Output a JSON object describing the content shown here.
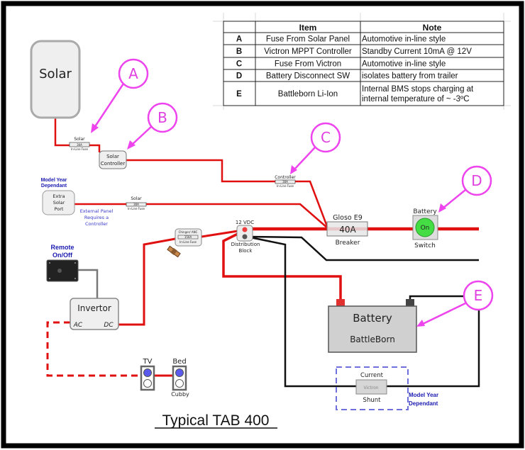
{
  "title": "Typical TAB 400",
  "table": {
    "headers": [
      "",
      "Item",
      "Note"
    ],
    "rows": [
      {
        "key": "A",
        "item": "Fuse From Solar Panel",
        "note": [
          "Automotive in-line style"
        ]
      },
      {
        "key": "B",
        "item": "Victron MPPT Controller",
        "note": [
          "Standby Current 10mA @ 12V"
        ]
      },
      {
        "key": "C",
        "item": "Fuse From Victron",
        "note": [
          "Automotive in-line style"
        ]
      },
      {
        "key": "D",
        "item": "Battery Disconnect SW",
        "note": [
          "isolates battery from trailer"
        ]
      },
      {
        "key": "E",
        "item": "Battleborn Li-Ion",
        "note": [
          "Internal BMS stops charging at",
          "internal temperature of ~ -3ºC"
        ]
      }
    ]
  },
  "callouts": [
    "A",
    "B",
    "C",
    "D",
    "E"
  ],
  "solar_panel": "Solar",
  "fuse_solar": {
    "name": "Solar",
    "rating": "30A",
    "type": "In-Line Fuse"
  },
  "solar_controller": [
    "Solar",
    "Controller"
  ],
  "fuse_controller": {
    "name": "Controller",
    "rating": "30A",
    "type": "In-Line Fuse"
  },
  "model_year_1": [
    "Model Year",
    "Dependant"
  ],
  "extra_solar_port": [
    "Extra",
    "Solar",
    "Port"
  ],
  "fuse_extra": {
    "name": "Solar",
    "rating": "30A",
    "type": "In-Line Fuse"
  },
  "external_note": [
    "External Panel",
    "Requires a",
    "Controller"
  ],
  "breaker": {
    "top": "Gloso  E9",
    "rating": "40A",
    "bottom": "Breaker"
  },
  "battery_switch": {
    "top": "Battery",
    "state": "On",
    "bottom": "Switch",
    "color": "#44dd44"
  },
  "distribution": {
    "top": "12 VDC",
    "bottom": [
      "Distribution",
      "Block"
    ]
  },
  "fuse_inverter": {
    "name": "Chinger/ ANC",
    "rating": "150A",
    "type": "In-Line Fuse"
  },
  "remote": [
    "Remote",
    "On/Off"
  ],
  "inverter": {
    "name": "Invertor",
    "ac": "AC",
    "dc": "DC"
  },
  "battery": {
    "name": "Battery",
    "brand": "BattleBorn"
  },
  "shunt": {
    "top": "Current",
    "brand": "Victron",
    "bottom": "Shunt"
  },
  "model_year_2": [
    "Model Year",
    "Dependant"
  ],
  "outlets": {
    "tv": "TV",
    "bed": "Bed",
    "cubby": "Cubby"
  },
  "colors": {
    "wire_positive": "#e01010",
    "wire_negative": "#111111",
    "callout": "#ee44ee",
    "note_blue": "#1a1ab0"
  }
}
